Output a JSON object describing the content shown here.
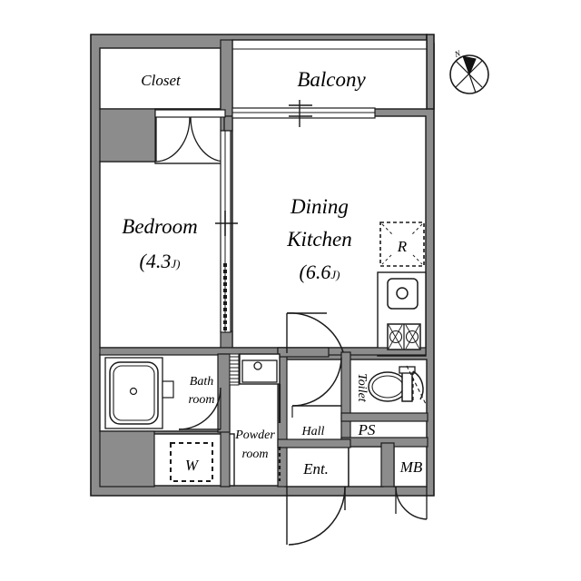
{
  "plan": {
    "type": "apartment-floor-plan",
    "layout_code": "1DK",
    "colors": {
      "wall_fill": "#8c8c8c",
      "wall_stroke": "#1a1a1a",
      "room_fill": "#ffffff",
      "line": "#222222",
      "background": "#ffffff"
    },
    "rooms": [
      {
        "id": "closet",
        "name": "Closet",
        "area": null,
        "unit": null
      },
      {
        "id": "balcony",
        "name": "Balcony",
        "area": null,
        "unit": null
      },
      {
        "id": "bedroom",
        "name": "Bedroom",
        "area": "(4.3",
        "unit": "J)"
      },
      {
        "id": "dining",
        "name": "Dining",
        "name2": "Kitchen",
        "area": "(6.6",
        "unit": "J)"
      },
      {
        "id": "bathroom",
        "name": "Bath",
        "name2": "room"
      },
      {
        "id": "powder",
        "name": "Powder",
        "name2": "room"
      },
      {
        "id": "hall",
        "name": "Hall"
      },
      {
        "id": "toilet",
        "name": "Toilet"
      },
      {
        "id": "entrance",
        "name": "Ent."
      }
    ],
    "tags": [
      {
        "id": "refrigerator",
        "label": "R",
        "meaning": "refrigerator-space"
      },
      {
        "id": "washer",
        "label": "W",
        "meaning": "washing-machine-space"
      },
      {
        "id": "pipe-shaft",
        "label": "PS",
        "meaning": "pipe-shaft"
      },
      {
        "id": "meter-box",
        "label": "MB",
        "meaning": "meter-box"
      }
    ],
    "compass": {
      "label": "N"
    },
    "fixtures": [
      "bathtub",
      "vanity-sink",
      "kitchen-sink",
      "gas-stove-2burner",
      "toilet-bowl",
      "toilet-tank"
    ],
    "doors": [
      "closet-double-door",
      "bedroom-sliding-door",
      "balcony-sliding-window",
      "bathroom-door",
      "dining-to-hall-door",
      "hall-door",
      "toilet-door",
      "entrance-door",
      "meter-box-door"
    ]
  }
}
